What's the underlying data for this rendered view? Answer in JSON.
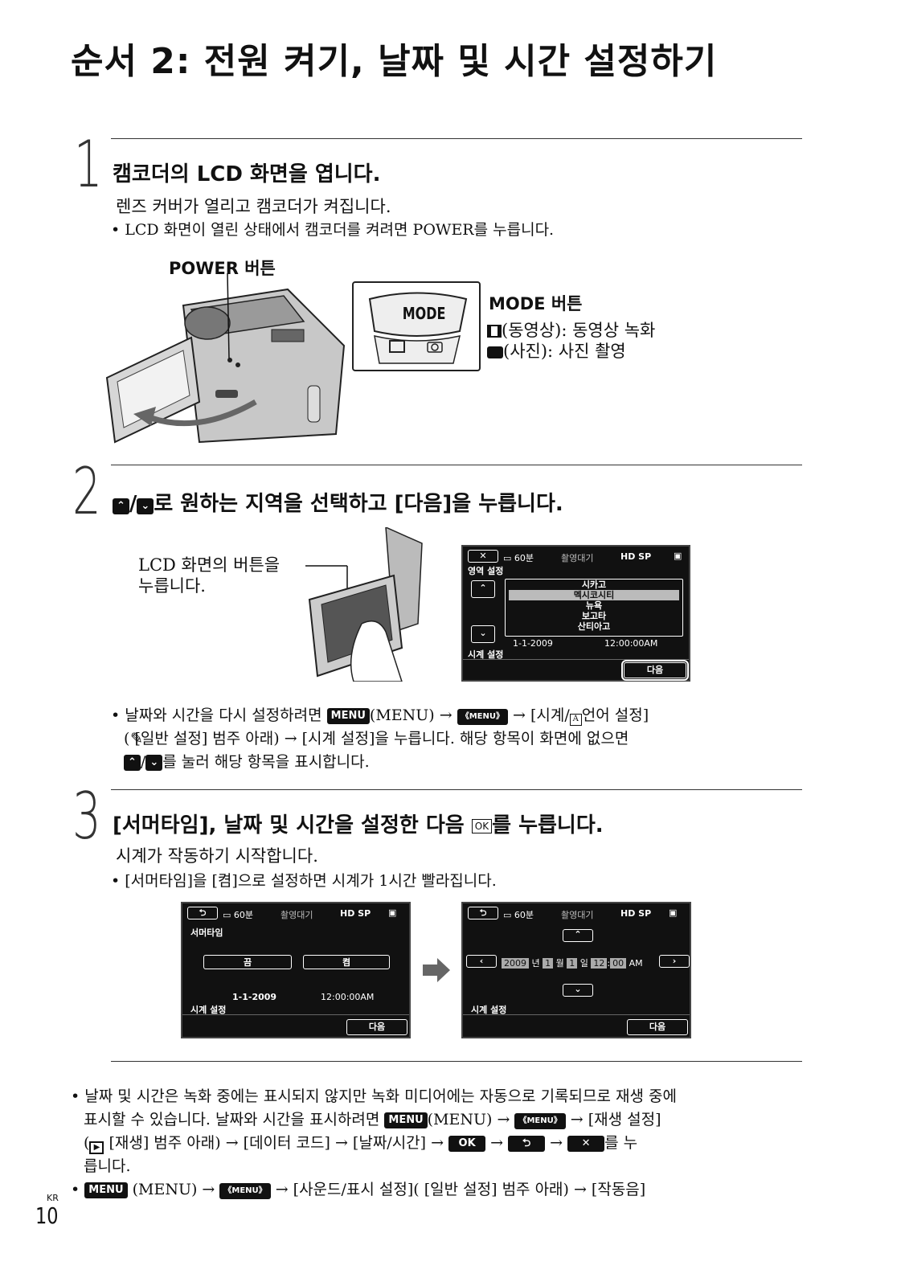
{
  "page": {
    "title": "순서 2: 전원 켜기, 날짜 및 시간 설정하기",
    "lang_code": "KR",
    "page_number": "10"
  },
  "step1": {
    "number": "1",
    "heading": "캠코더의 LCD 화면을 엽니다.",
    "desc": "렌즈 커버가 열리고 캠코더가 켜집니다.",
    "bullet": "• LCD 화면이 열린 상태에서 캠코더를 켜려면 POWER를 누릅니다.",
    "power_label": "POWER 버튼",
    "mode_word": "MODE",
    "mode_label": "MODE 버튼",
    "mode_movie": "(동영상): 동영상 녹화",
    "mode_photo": "(사진): 사진 촬영"
  },
  "step2": {
    "number": "2",
    "heading": "로 원하는 지역을 선택하고 [다음]을 누릅니다.",
    "callout_line1": "LCD 화면의 버튼을",
    "callout_line2": "누릅니다.",
    "screen": {
      "battery": "60분",
      "status": "촬영대기",
      "quality": "HD SP",
      "section": "영역 설정",
      "cities": [
        "시카고",
        "멕시코시티",
        "뉴욕",
        "보고타",
        "산티아고"
      ],
      "date": "1-1-2009",
      "time": "12:00:00AM",
      "footer": "시계 설정",
      "next": "다음"
    },
    "note_line1_a": "• 날짜와 시간을 다시 설정하려면",
    "note_menu": "MENU",
    "note_line1_b": "(MENU) →",
    "note_line1_c": "→ [시계/",
    "note_line1_d": "언어 설정]",
    "note_line2": "(  [일반 설정] 범주 아래) → [시계 설정]을 누릅니다. 해당 항목이 화면에 없으면",
    "note_line3": "를 눌러 해당 항목을 표시합니다."
  },
  "step3": {
    "number": "3",
    "heading": "[서머타임], 날짜 및 시간을 설정한 다음",
    "heading_end": "를 누릅니다.",
    "desc": "시계가 작동하기 시작합니다.",
    "bullet": "• [서머타임]을 [켬]으로 설정하면 시계가 1시간 빨라집니다.",
    "screenA": {
      "battery": "60분",
      "status": "촬영대기",
      "quality": "HD SP",
      "section": "서머타임",
      "off": "끔",
      "on": "켬",
      "date": "1-1-2009",
      "time": "12:00:00AM",
      "footer": "시계 설정",
      "next": "다음"
    },
    "screenB": {
      "battery": "60분",
      "status": "촬영대기",
      "quality": "HD SP",
      "year": "2009",
      "year_unit": "년",
      "month": "1",
      "month_unit": "월",
      "day": "1",
      "day_unit": "일",
      "hour": "12",
      "colon": ":",
      "minute": "00",
      "ampm": "AM",
      "footer": "시계 설정",
      "next": "다음"
    }
  },
  "footer_notes": {
    "n1_line1": "• 날짜 및 시간은 녹화 중에는 표시되지 않지만 녹화 미디어에는 자동으로 기록되므로 재생 중에",
    "n1_line2_a": "표시할 수 있습니다. 날짜와 시간을 표시하려면",
    "n1_line2_b": "(MENU) →",
    "n1_line2_c": "→ [재생 설정]",
    "n1_line3_a": "(",
    "n1_line3_b": "[재생] 범주 아래) → [데이터 코드] → [날짜/시간] →",
    "n1_line3_ok": "OK",
    "n1_line3_c": "를 누",
    "n1_line4": "릅니다.",
    "n2_a": "•",
    "n2_b": "(MENU) →",
    "n2_c": "→ [사운드/표시 설정](  [일반 설정] 범주 아래) → [작동음]",
    "menu": "MENU",
    "menu_sub": "MENU"
  },
  "colors": {
    "text": "#111111",
    "rule": "#333333",
    "screen_bg": "#111111"
  }
}
